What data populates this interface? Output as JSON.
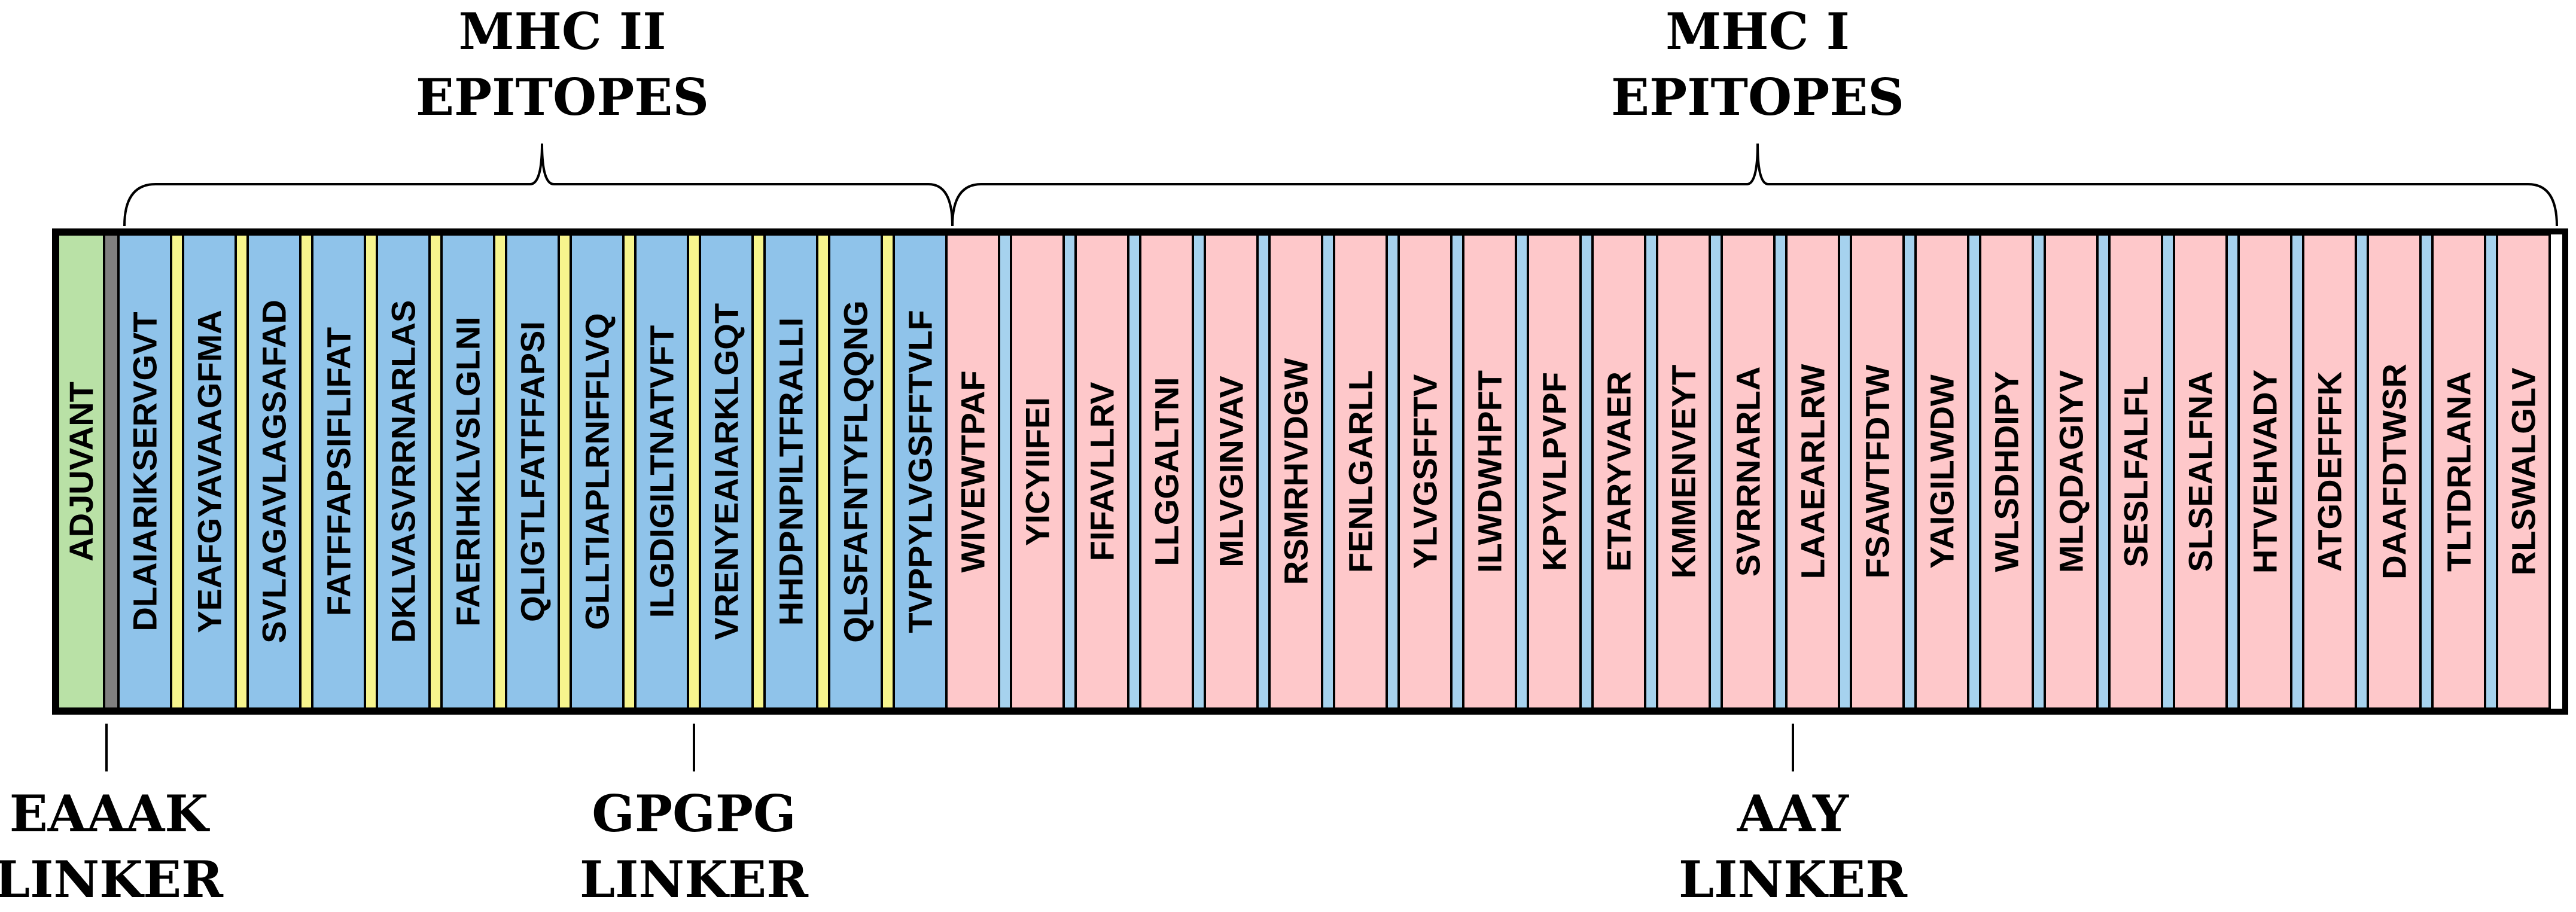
{
  "colors": {
    "adjuvant": "#b9e1a6",
    "eaaak_linker": "#808080",
    "mhc2_epitope": "#8fc3ea",
    "gpgpg_linker": "#f7f58d",
    "mhc1_epitope": "#fec8ca",
    "aay_linker": "#a6d2ee"
  },
  "adjuvant": {
    "label": "ADJUVANT"
  },
  "groups": {
    "mhc2": {
      "line1": "MHC II",
      "line2": "EPITOPES"
    },
    "mhc1": {
      "line1": "MHC I",
      "line2": "EPITOPES"
    }
  },
  "linkers": {
    "eaaak": {
      "line1": "EAAAK",
      "line2": "LINKER"
    },
    "gpgpg": {
      "line1": "GPGPG",
      "line2": "LINKER"
    },
    "aay": {
      "line1": "AAY",
      "line2": "LINKER"
    }
  },
  "mhc2_epitopes": [
    "DLAIARIKSERVGVT",
    "YEAFGYAVAAGFMA",
    "SVLAGAVLAGSAFAD",
    "FATFFAPSIFLIFAT",
    "DKLVASVRRNARLAS",
    "FAERIHKLVSLGLNI",
    "QLIGTLFATFFAPSI",
    "GLLTIAPLRNFFLVQ",
    "ILGDIGILTNATVFT",
    "VRENYEAIARKLGQT",
    "HHDPNPILTFRALLI",
    "QLSFAFNTYFLQQNG",
    "TVPPYLVGSFFTVLF"
  ],
  "mhc1_epitopes": [
    "WIVEWTPAF",
    "YICYIIFEI",
    "FIFAVLLRV",
    "LLGGALTNI",
    "MLVGINVAV",
    "RSMRHVDGW",
    "FENLGARLL",
    "YLVGSFFTV",
    "ILWDWHPFT",
    "KPYVLPVPF",
    "ETARYVAER",
    "KMMENVEYT",
    "SVRRNARLA",
    "LAAEARLRW",
    "FSAWTFDTW",
    "YAIGILWDW",
    "WLSDHDIPY",
    "MLQDAGIYV",
    "SESLFALFL",
    "SLSEALFNA",
    "HTVEHVADY",
    "ATGDEFFFK",
    "DAAFDTWSR",
    "TLTDRLANA",
    "RLSWALGLV"
  ]
}
